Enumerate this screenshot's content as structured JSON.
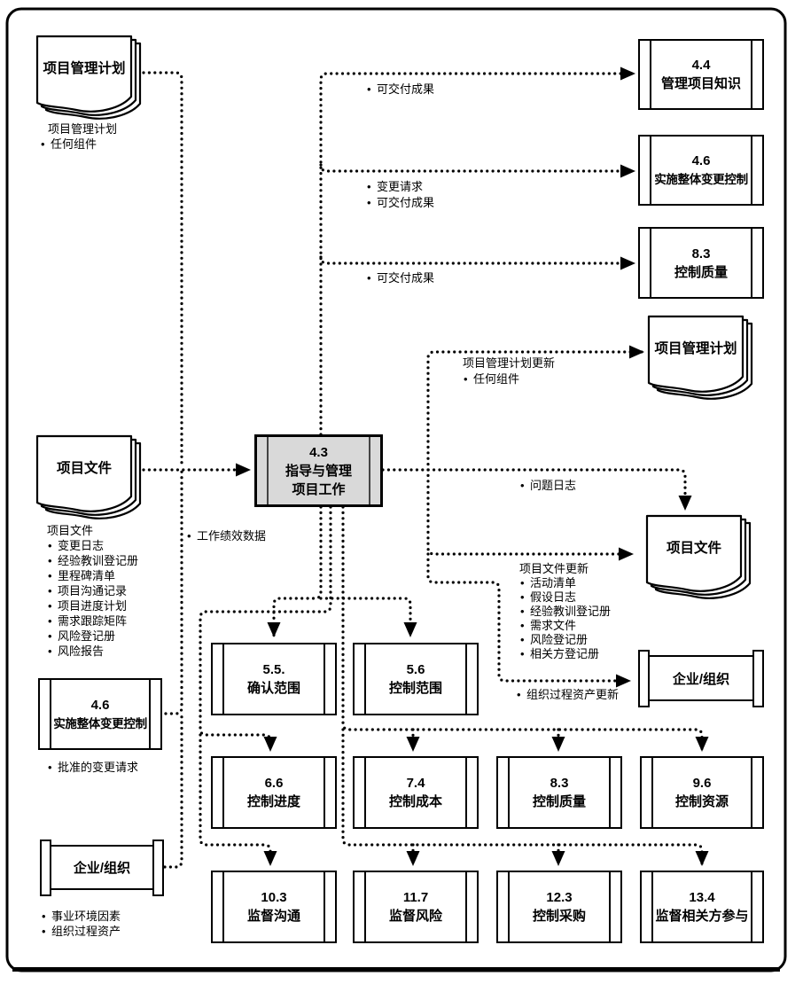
{
  "colors": {
    "ink": "#000000",
    "central_fill": "#d9d9d9",
    "box_fill": "#ffffff",
    "page_bg": "#ffffff"
  },
  "central_process": {
    "id": "4.3",
    "name_line1": "指导与管理",
    "name_line2": "项目工作"
  },
  "inputs": {
    "plan_doc": {
      "title": "项目管理计划",
      "note_title": "项目管理计划",
      "bullets": [
        "任何组件"
      ]
    },
    "project_docs": {
      "title": "项目文件",
      "note_title": "项目文件",
      "bullets": [
        "变更日志",
        "经验教训登记册",
        "里程碑清单",
        "项目沟通记录",
        "项目进度计划",
        "需求跟踪矩阵",
        "风险登记册",
        "风险报告"
      ]
    },
    "process_4_6": {
      "id": "4.6",
      "name": "实施整体变更控制",
      "bullets": [
        "批准的变更请求"
      ]
    },
    "enterprise": {
      "name": "企业/组织",
      "bullets": [
        "事业环境因素",
        "组织过程资产"
      ]
    }
  },
  "outputs_top": {
    "to_4_4": {
      "id": "4.4",
      "name": "管理项目知识",
      "bullets": [
        "可交付成果"
      ]
    },
    "to_4_6": {
      "id": "4.6",
      "name": "实施整体变更控制",
      "bullets": [
        "变更请求",
        "可交付成果"
      ]
    },
    "to_8_3": {
      "id": "8.3",
      "name": "控制质量",
      "bullets": [
        "可交付成果"
      ]
    }
  },
  "outputs_right": {
    "plan_doc": {
      "title": "项目管理计划",
      "note_title": "项目管理计划更新",
      "bullets": [
        "任何组件"
      ]
    },
    "issue_log_label": "问题日志",
    "project_docs": {
      "title": "项目文件",
      "note_title": "项目文件更新",
      "bullets": [
        "活动清单",
        "假设日志",
        "经验教训登记册",
        "需求文件",
        "风险登记册",
        "相关方登记册"
      ]
    },
    "enterprise": {
      "name": "企业/组织",
      "label": "组织过程资产更新"
    }
  },
  "outputs_bottom": {
    "work_performance_label": "工作绩效数据",
    "boxes": [
      {
        "id": "5.5.",
        "name": "确认范围"
      },
      {
        "id": "5.6",
        "name": "控制范围"
      },
      {
        "id": "6.6",
        "name": "控制进度"
      },
      {
        "id": "7.4",
        "name": "控制成本"
      },
      {
        "id": "8.3",
        "name": "控制质量"
      },
      {
        "id": "9.6",
        "name": "控制资源"
      },
      {
        "id": "10.3",
        "name": "监督沟通"
      },
      {
        "id": "11.7",
        "name": "监督风险"
      },
      {
        "id": "12.3",
        "name": "控制采购"
      },
      {
        "id": "13.4",
        "name": "监督相关方参与"
      }
    ]
  }
}
